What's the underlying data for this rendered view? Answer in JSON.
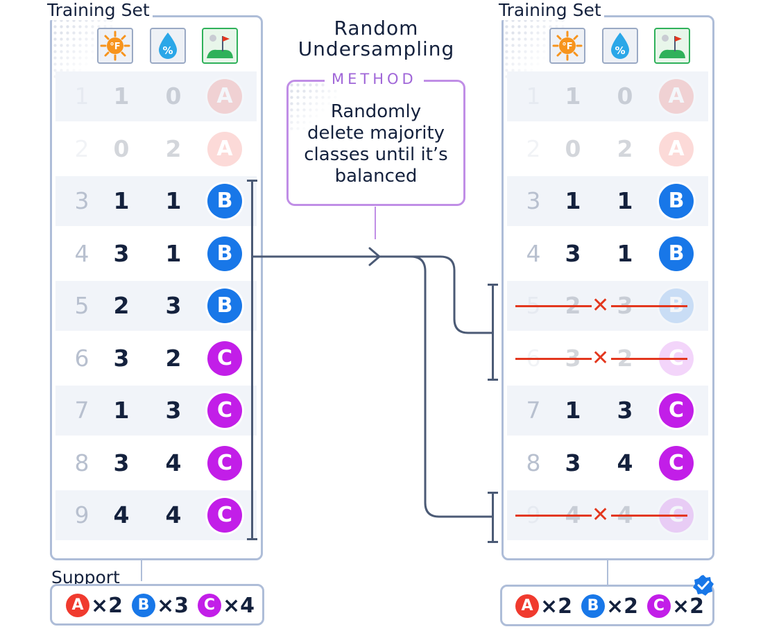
{
  "colors": {
    "A": "#f03a2e",
    "B": "#1877e8",
    "C": "#c21ee8",
    "strike": "#e3371e",
    "connector": "#4b5a75",
    "panel_border": "#aebdd8",
    "method_border": "#c08ee6"
  },
  "left_panel": {
    "title": "Training Set",
    "header_icons": [
      "temperature-sun-icon",
      "humidity-drop-icon",
      "golf-icon"
    ],
    "header_texts": [
      "°F",
      "%"
    ],
    "rows": [
      {
        "index": "1",
        "temp": "1",
        "humidity": "0",
        "class": "A",
        "faded": true
      },
      {
        "index": "2",
        "temp": "0",
        "humidity": "2",
        "class": "A",
        "faded": true
      },
      {
        "index": "3",
        "temp": "1",
        "humidity": "1",
        "class": "B",
        "faded": false
      },
      {
        "index": "4",
        "temp": "3",
        "humidity": "1",
        "class": "B",
        "faded": false
      },
      {
        "index": "5",
        "temp": "2",
        "humidity": "3",
        "class": "B",
        "faded": false
      },
      {
        "index": "6",
        "temp": "3",
        "humidity": "2",
        "class": "C",
        "faded": false
      },
      {
        "index": "7",
        "temp": "1",
        "humidity": "3",
        "class": "C",
        "faded": false
      },
      {
        "index": "8",
        "temp": "3",
        "humidity": "4",
        "class": "C",
        "faded": false
      },
      {
        "index": "9",
        "temp": "4",
        "humidity": "4",
        "class": "C",
        "faded": false
      }
    ],
    "support_label": "Support",
    "support": [
      {
        "class": "A",
        "count": "×2"
      },
      {
        "class": "B",
        "count": "×3"
      },
      {
        "class": "C",
        "count": "×4"
      }
    ]
  },
  "method": {
    "title_line1": "Random",
    "title_line2": "Undersampling",
    "tag": "METHOD",
    "desc_line1": "Randomly",
    "desc_line2": "delete majority",
    "desc_line3": "classes until it’s",
    "desc_line4": "balanced"
  },
  "right_panel": {
    "title": "Training Set",
    "header_icons": [
      "temperature-sun-icon",
      "humidity-drop-icon",
      "golf-icon"
    ],
    "header_texts": [
      "°F",
      "%"
    ],
    "rows": [
      {
        "index": "1",
        "temp": "1",
        "humidity": "0",
        "class": "A",
        "faded": true
      },
      {
        "index": "2",
        "temp": "0",
        "humidity": "2",
        "class": "A",
        "faded": true
      },
      {
        "index": "3",
        "temp": "1",
        "humidity": "1",
        "class": "B",
        "faded": false
      },
      {
        "index": "4",
        "temp": "3",
        "humidity": "1",
        "class": "B",
        "faded": false
      },
      {
        "index": "5",
        "temp": "2",
        "humidity": "3",
        "class": "B",
        "deleted": true
      },
      {
        "index": "6",
        "temp": "3",
        "humidity": "2",
        "class": "C",
        "deleted": true
      },
      {
        "index": "7",
        "temp": "1",
        "humidity": "3",
        "class": "C",
        "faded": false
      },
      {
        "index": "8",
        "temp": "3",
        "humidity": "4",
        "class": "C",
        "faded": false
      },
      {
        "index": "9",
        "temp": "4",
        "humidity": "4",
        "class": "C",
        "deleted": true
      }
    ],
    "strike_mark": "✕",
    "support": [
      {
        "class": "A",
        "count": "×2"
      },
      {
        "class": "B",
        "count": "×2"
      },
      {
        "class": "C",
        "count": "×2"
      }
    ],
    "balanced_icon": "verified-check-icon"
  }
}
